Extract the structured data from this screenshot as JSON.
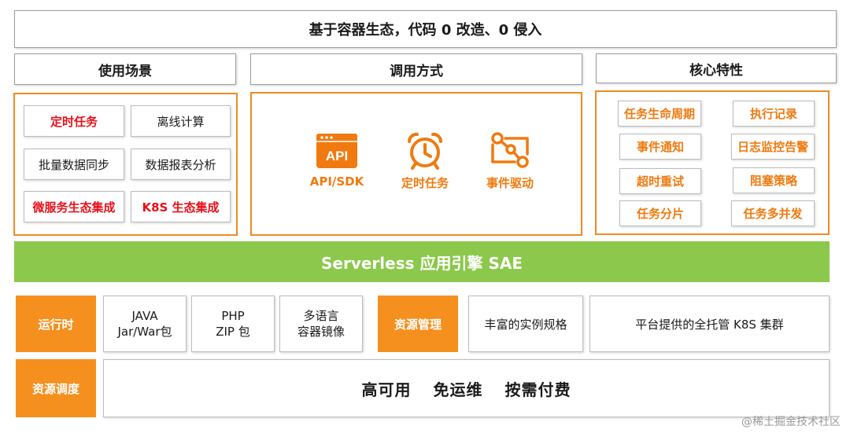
{
  "header": {
    "title": "基于容器生态，代码 0 改造、0 侵入"
  },
  "sections": {
    "scenarios": "使用场景",
    "invocation": "调用方式",
    "features": "核心特性"
  },
  "scenarios": [
    {
      "label": "定时任务",
      "highlight": true
    },
    {
      "label": "离线计算",
      "highlight": false
    },
    {
      "label": "批量数据同步",
      "highlight": false
    },
    {
      "label": "数据报表分析",
      "highlight": false
    },
    {
      "label": "微服务生态集成",
      "highlight": true
    },
    {
      "label": "K8S 生态集成",
      "highlight": true
    }
  ],
  "invocation_methods": [
    {
      "label": "API/SDK",
      "icon": "api-window-icon",
      "icon_text": "API"
    },
    {
      "label": "定时任务",
      "icon": "alarm-clock-icon"
    },
    {
      "label": "事件驱动",
      "icon": "event-flow-icon"
    }
  ],
  "features": [
    "任务生命周期",
    "执行记录",
    "事件通知",
    "日志监控告警",
    "超时重试",
    "阻塞策略",
    "任务分片",
    "任务多并发"
  ],
  "engine": {
    "label": "Serverless 应用引擎 SAE"
  },
  "runtime": {
    "label": "运行时",
    "items": [
      {
        "line1": "JAVA",
        "line2": "Jar/War包"
      },
      {
        "line1": "PHP",
        "line2": "ZIP 包"
      },
      {
        "line1": "多语言",
        "line2": "容器镜像"
      }
    ]
  },
  "resource_management": {
    "label": "资源管理",
    "items": [
      "丰富的实例规格",
      "平台提供的全托管 K8S 集群"
    ]
  },
  "scheduling": {
    "label": "资源调度",
    "items": [
      "高可用",
      "免运维",
      "按需付费"
    ]
  },
  "watermark": "@稀土掘金技术社区",
  "colors": {
    "accent_orange": "#f5901e",
    "highlight_red": "#e8101a",
    "engine_green": "#8cc84b"
  }
}
